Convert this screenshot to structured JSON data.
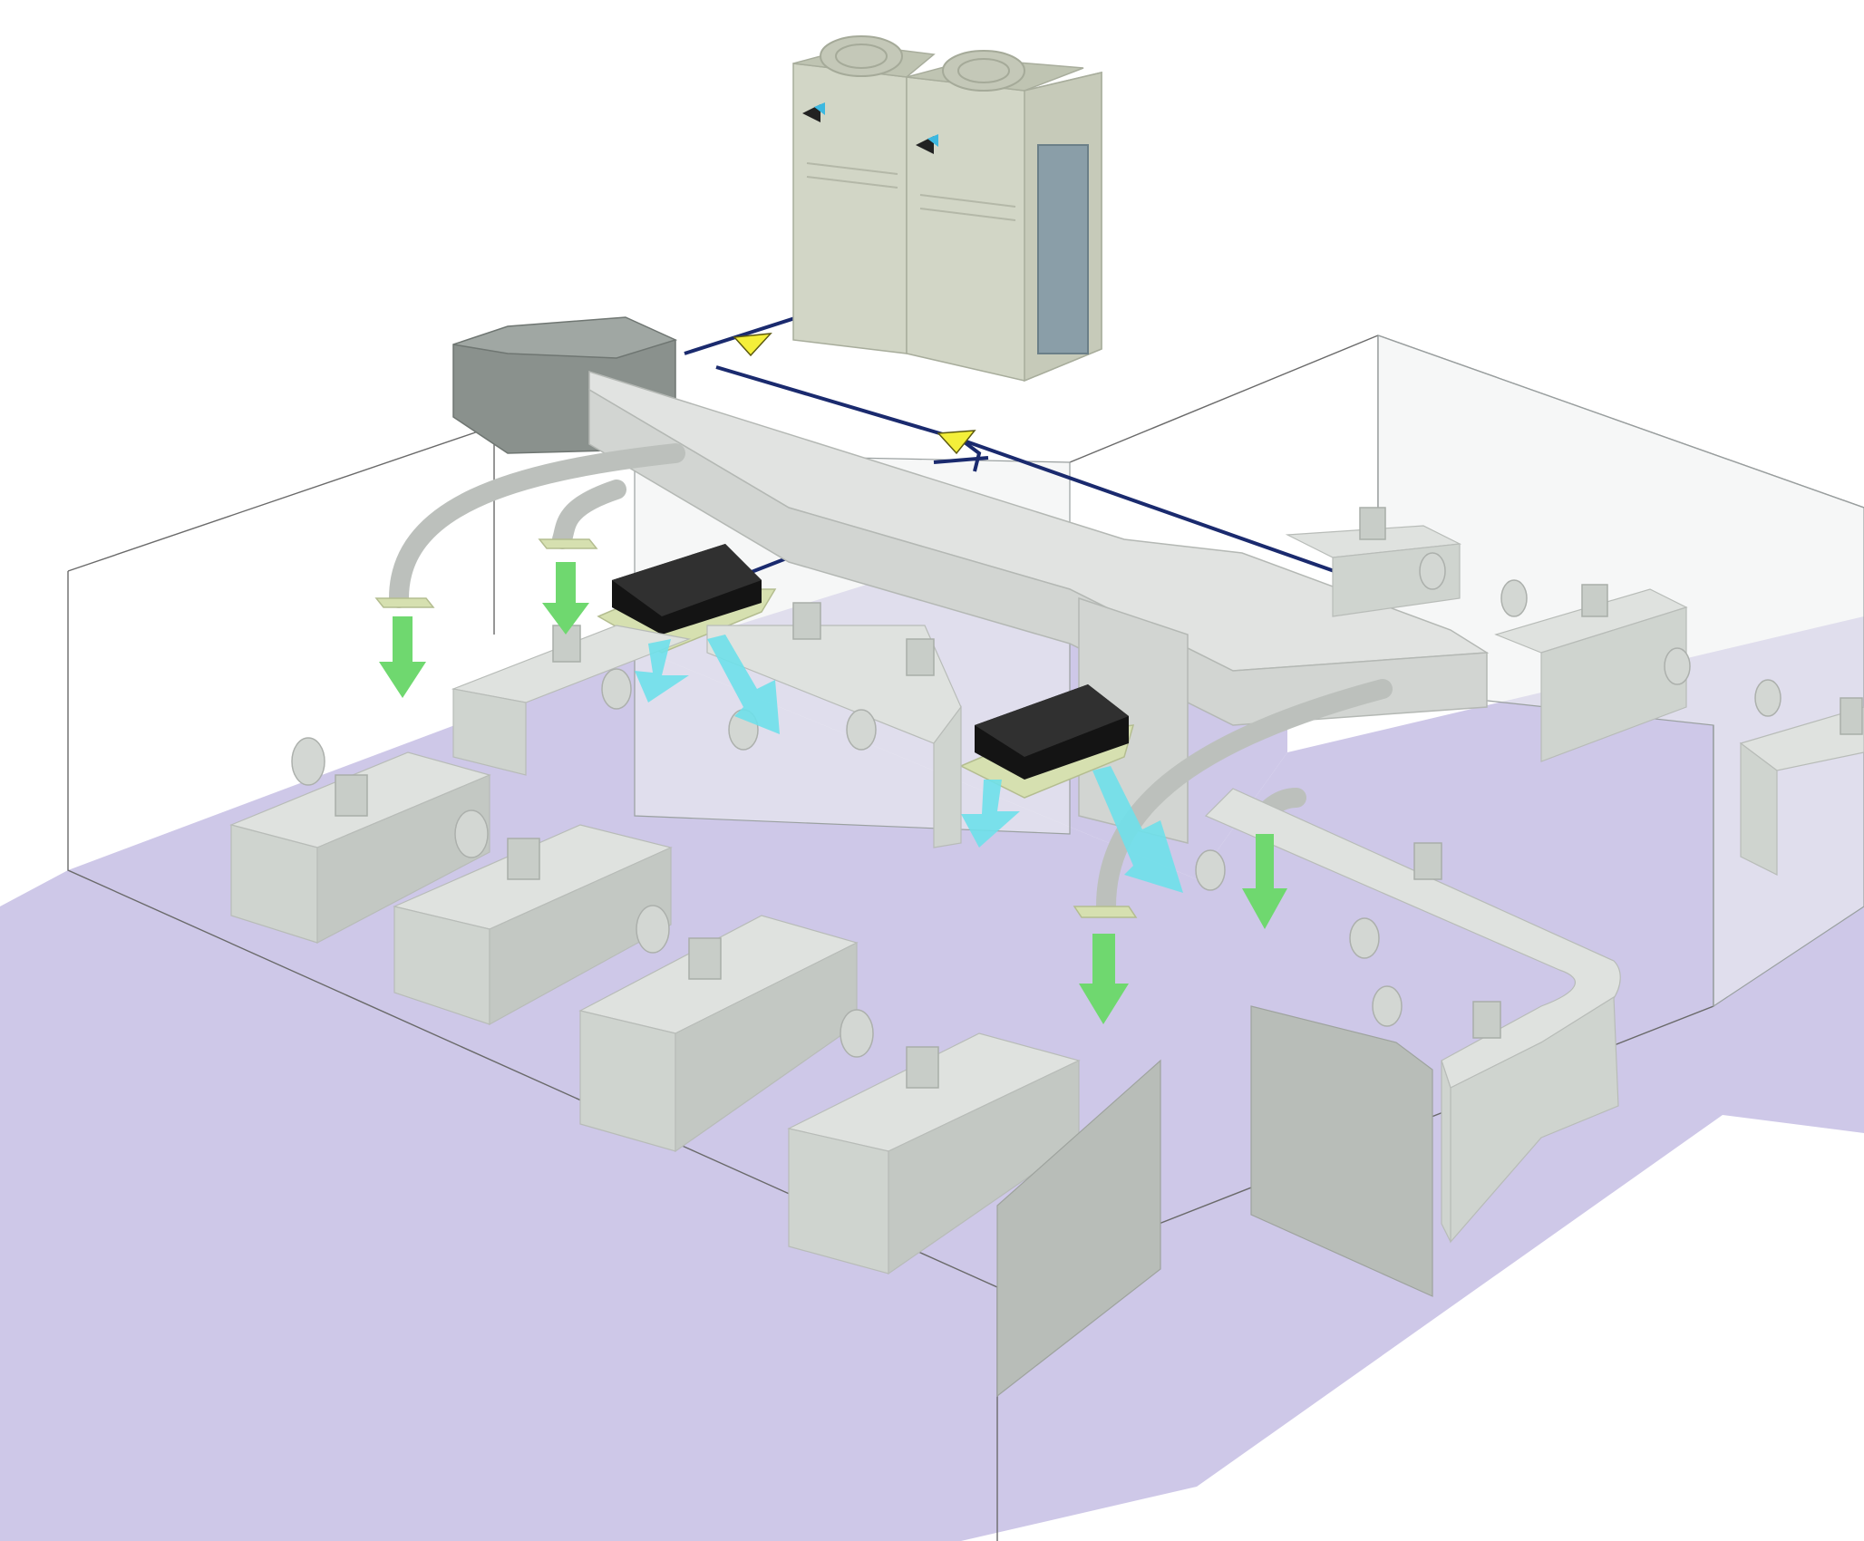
{
  "diagram": {
    "outdoor_units": [
      {
        "label": "outdoor-unit-left",
        "brand_mark": "daikin-logo"
      },
      {
        "label": "outdoor-unit-right",
        "brand_mark": "daikin-logo"
      }
    ],
    "refrigerant_flow_arrows": 2,
    "cassette_units": 2,
    "fresh_air_outlets": 4,
    "colors": {
      "floor": "#cec8e8",
      "unit_body": "#d2d6c6",
      "duct": "#d8dad8",
      "ahu_box": "#8a918d",
      "cassette": "#141414",
      "cassette_plate": "#d6e0b0",
      "pipe": "#1a2a6e",
      "flow_arrow": "#f4ef3a",
      "fresh_air": "#6fd86f",
      "cool_air": "#6ee0ea",
      "furniture": "#cfd4cf",
      "panel": "#b8bdb8"
    }
  }
}
